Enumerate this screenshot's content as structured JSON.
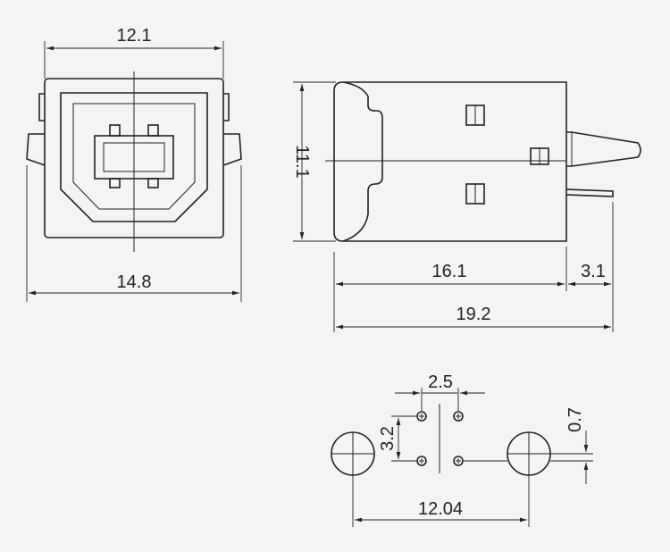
{
  "dimensions": {
    "front_width_top": "12.1",
    "front_width_bottom": "14.8",
    "side_height": "11.1",
    "side_body_length": "16.1",
    "side_tail_length": "3.1",
    "side_total_length": "19.2",
    "pin_pitch_x": "2.5",
    "pin_pitch_y": "3.2",
    "pin_offset": "0.7",
    "mount_hole_spacing": "12.04"
  },
  "colors": {
    "line": "#222222",
    "background": "#f4f4f2"
  }
}
